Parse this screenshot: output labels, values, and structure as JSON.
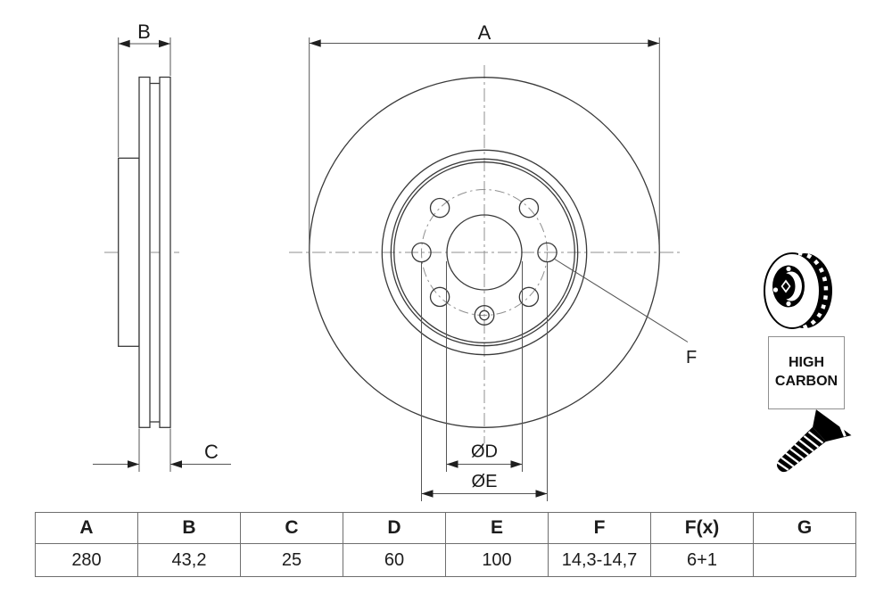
{
  "drawing": {
    "dim_labels": {
      "A": "A",
      "B": "B",
      "C": "C",
      "D": "ØD",
      "E": "ØE",
      "F": "F"
    },
    "badge": {
      "line1": "HIGH",
      "line2": "CARBON"
    }
  },
  "table": {
    "headers": [
      "A",
      "B",
      "C",
      "D",
      "E",
      "F",
      "F(x)",
      "G"
    ],
    "values": [
      "280",
      "43,2",
      "25",
      "60",
      "100",
      "14,3-14,7",
      "6+1",
      ""
    ]
  },
  "colors": {
    "outline": "#3a3a3a",
    "dimension": "#555555",
    "centerline": "#8f8f8f",
    "text": "#1a1a1a",
    "icon_black": "#000000",
    "table_border": "#6e6e6e",
    "background": "#ffffff"
  }
}
